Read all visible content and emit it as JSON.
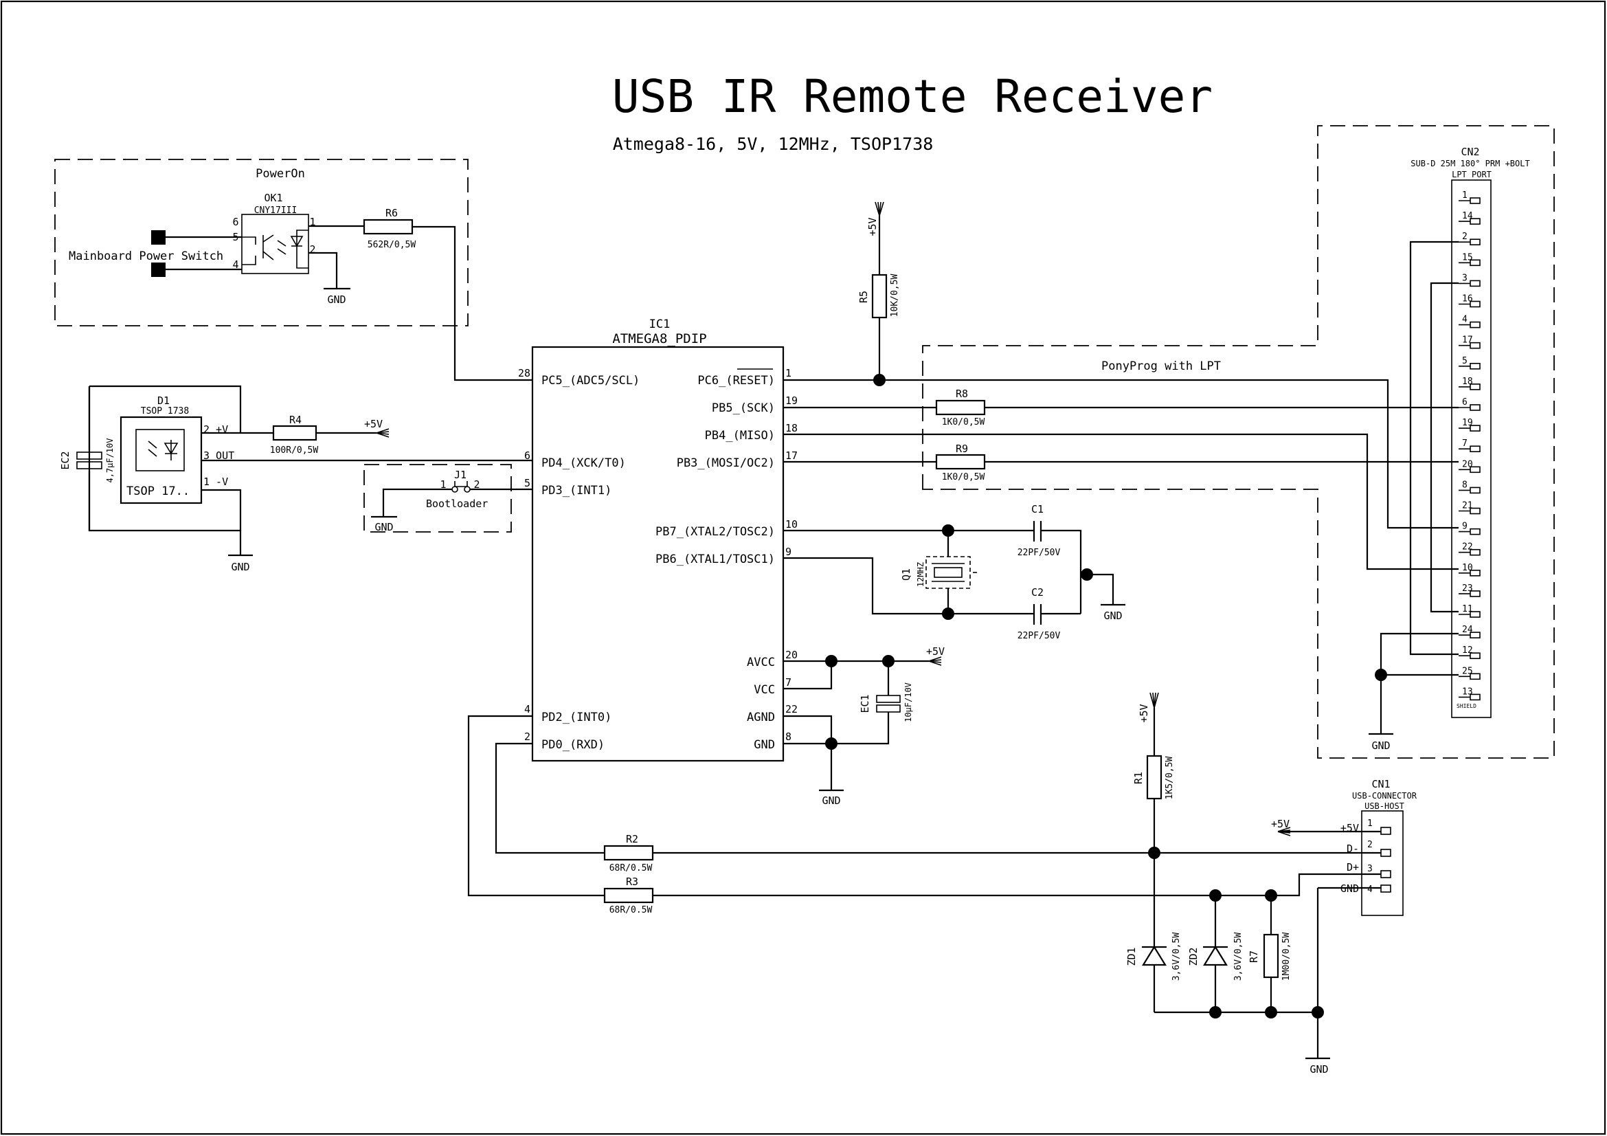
{
  "title": "USB IR Remote Receiver",
  "subtitle": "Atmega8-16, 5V, 12MHz, TSOP1738",
  "groups": {
    "poweron": "PowerOn",
    "ponyprog": "PonyProg with LPT"
  },
  "labels": {
    "gnd": "GND",
    "vcc": "+5V",
    "mainboard": "Mainboard Power Switch",
    "bootloader": "Bootloader"
  },
  "ic1": {
    "ref": "IC1",
    "name": "ATMEGA8_PDIP",
    "left_pins": [
      {
        "num": "28",
        "name": "PC5_(ADC5/SCL)"
      },
      {
        "num": "6",
        "name": "PD4_(XCK/T0)"
      },
      {
        "num": "5",
        "name": "PD3_(INT1)"
      },
      {
        "num": "4",
        "name": "PD2_(INT0)"
      },
      {
        "num": "2",
        "name": "PD0_(RXD)"
      }
    ],
    "right_pins": [
      {
        "num": "1",
        "name": "PC6_(RESET)"
      },
      {
        "num": "19",
        "name": "PB5_(SCK)"
      },
      {
        "num": "18",
        "name": "PB4_(MISO)"
      },
      {
        "num": "17",
        "name": "PB3_(MOSI/OC2)"
      },
      {
        "num": "10",
        "name": "PB7_(XTAL2/TOSC2)"
      },
      {
        "num": "9",
        "name": "PB6_(XTAL1/TOSC1)"
      },
      {
        "num": "20",
        "name": "AVCC"
      },
      {
        "num": "7",
        "name": "VCC"
      },
      {
        "num": "22",
        "name": "AGND"
      },
      {
        "num": "8",
        "name": "GND"
      }
    ]
  },
  "ok1": {
    "ref": "OK1",
    "type": "CNY17III",
    "pins": [
      "6",
      "5",
      "4",
      "1",
      "2"
    ]
  },
  "d1": {
    "ref": "D1",
    "type": "TSOP 1738",
    "body": "TSOP 17..",
    "pins": [
      "2 +V",
      "3 OUT",
      "1 -V"
    ]
  },
  "j1": {
    "ref": "J1",
    "pins": [
      "1",
      "2"
    ]
  },
  "resistors": {
    "r1": {
      "ref": "R1",
      "value": "1K5/0,5W"
    },
    "r2": {
      "ref": "R2",
      "value": "68R/0.5W"
    },
    "r3": {
      "ref": "R3",
      "value": "68R/0.5W"
    },
    "r4": {
      "ref": "R4",
      "value": "100R/0,5W"
    },
    "r5": {
      "ref": "R5",
      "value": "10K/0,5W"
    },
    "r6": {
      "ref": "R6",
      "value": "562R/0,5W"
    },
    "r7": {
      "ref": "R7",
      "value": "1M00/0,5W"
    },
    "r8": {
      "ref": "R8",
      "value": "1K0/0,5W"
    },
    "r9": {
      "ref": "R9",
      "value": "1K0/0,5W"
    }
  },
  "caps": {
    "c1": {
      "ref": "C1",
      "value": "22PF/50V"
    },
    "c2": {
      "ref": "C2",
      "value": "22PF/50V"
    },
    "ec1": {
      "ref": "EC1",
      "value": "10µF/10V"
    },
    "ec2": {
      "ref": "EC2",
      "value": "4,7µF/10V"
    }
  },
  "q1": {
    "ref": "Q1",
    "value": "12MHZ"
  },
  "zeners": {
    "zd1": {
      "ref": "ZD1",
      "value": "3,6V/0,5W"
    },
    "zd2": {
      "ref": "ZD2",
      "value": "3,6V/0,5W"
    }
  },
  "cn1": {
    "ref": "CN1",
    "type": "USB-CONNECTOR",
    "sub": "USB-HOST",
    "pins": [
      {
        "num": "1",
        "name": "+5V"
      },
      {
        "num": "2",
        "name": "D-"
      },
      {
        "num": "3",
        "name": "D+"
      },
      {
        "num": "4",
        "name": "GND"
      }
    ]
  },
  "cn2": {
    "ref": "CN2",
    "type": "SUB-D 25M 180° PRM +BOLT",
    "sub": "LPT PORT",
    "pins": [
      "1",
      "14",
      "2",
      "15",
      "3",
      "16",
      "4",
      "17",
      "5",
      "18",
      "6",
      "19",
      "7",
      "20",
      "8",
      "21",
      "9",
      "22",
      "10",
      "23",
      "11",
      "24",
      "12",
      "25",
      "13"
    ],
    "shield": "SHIELD"
  }
}
